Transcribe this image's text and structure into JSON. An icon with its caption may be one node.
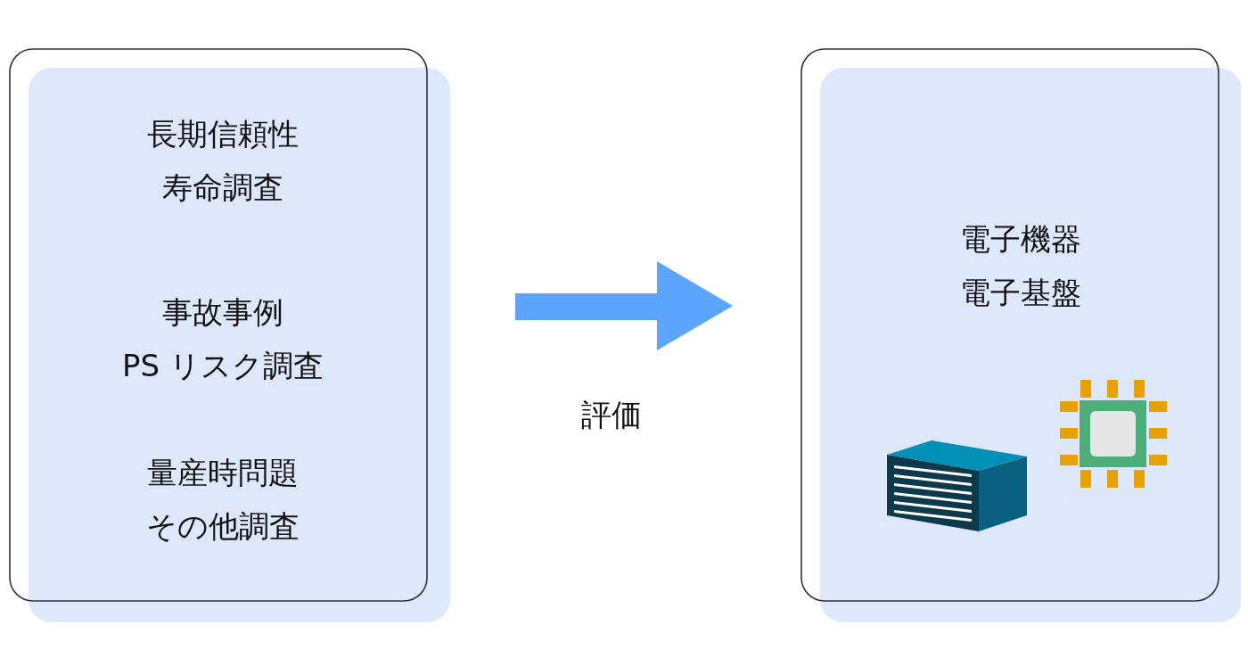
{
  "diagram": {
    "nodes": [
      {
        "text": [
          "長期信頼性",
          "寿命調査",
          "事故事例",
          "PS リスク調査",
          "量産時問題",
          "その他調査"
        ]
      },
      {
        "text": [
          "電子機器",
          "電子基盤"
        ]
      }
    ],
    "edges": [
      {
        "from": 0,
        "to": 1,
        "arrow": "to",
        "label": "評価"
      }
    ]
  }
}
